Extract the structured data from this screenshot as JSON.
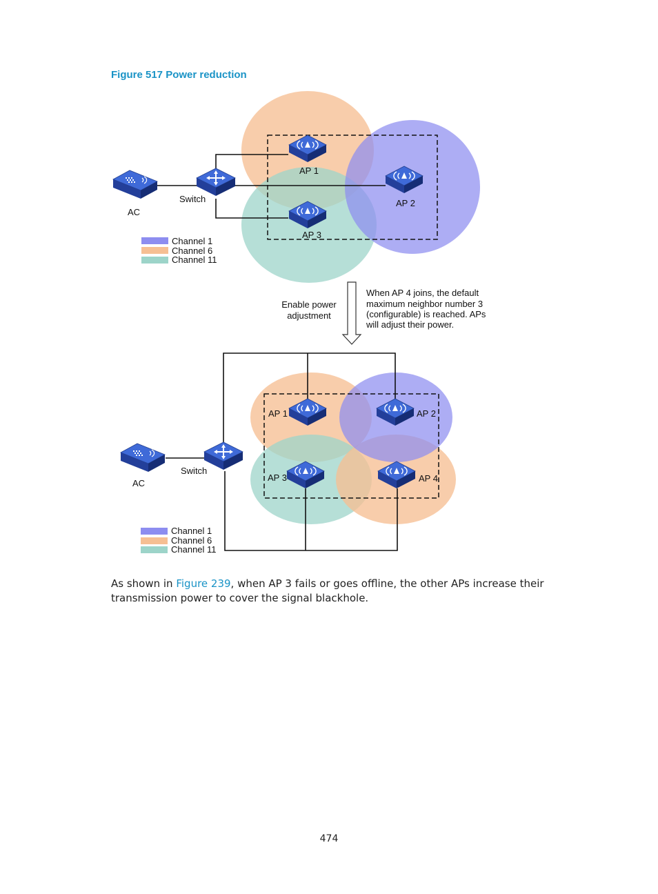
{
  "figure": {
    "title": "Figure 517 Power reduction"
  },
  "diagram": {
    "top": {
      "ac_label": "AC",
      "switch_label": "Switch",
      "ap1_label": "AP 1",
      "ap2_label": "AP 2",
      "ap3_label": "AP 3"
    },
    "bottom": {
      "ac_label": "AC",
      "switch_label": "Switch",
      "ap1_label": "AP 1",
      "ap2_label": "AP 2",
      "ap3_label": "AP 3",
      "ap4_label": "AP 4"
    },
    "legend": [
      {
        "label": "Channel 1",
        "color": "#8d8df0"
      },
      {
        "label": "Channel 6",
        "color": "#f6bf93"
      },
      {
        "label": "Channel 11",
        "color": "#9dd4c9"
      }
    ],
    "transition": {
      "action_line1": "Enable power",
      "action_line2": "adjustment",
      "note_line1": "When AP 4 joins, the default",
      "note_line2": "maximum neighbor number 3",
      "note_line3": "(configurable) is reached. APs",
      "note_line4": "will adjust their power."
    }
  },
  "body": {
    "before_link": "As shown in ",
    "link": "Figure 239",
    "after_link": ", when AP 3 fails or goes offline, the other APs increase their transmission power to cover the signal blackhole."
  },
  "page_number": "474",
  "colors": {
    "channel1": "#8d8df0",
    "channel6": "#f6bf93",
    "channel11": "#9dd4c9",
    "device": "#2a4db0",
    "accent": "#1a93c6"
  }
}
